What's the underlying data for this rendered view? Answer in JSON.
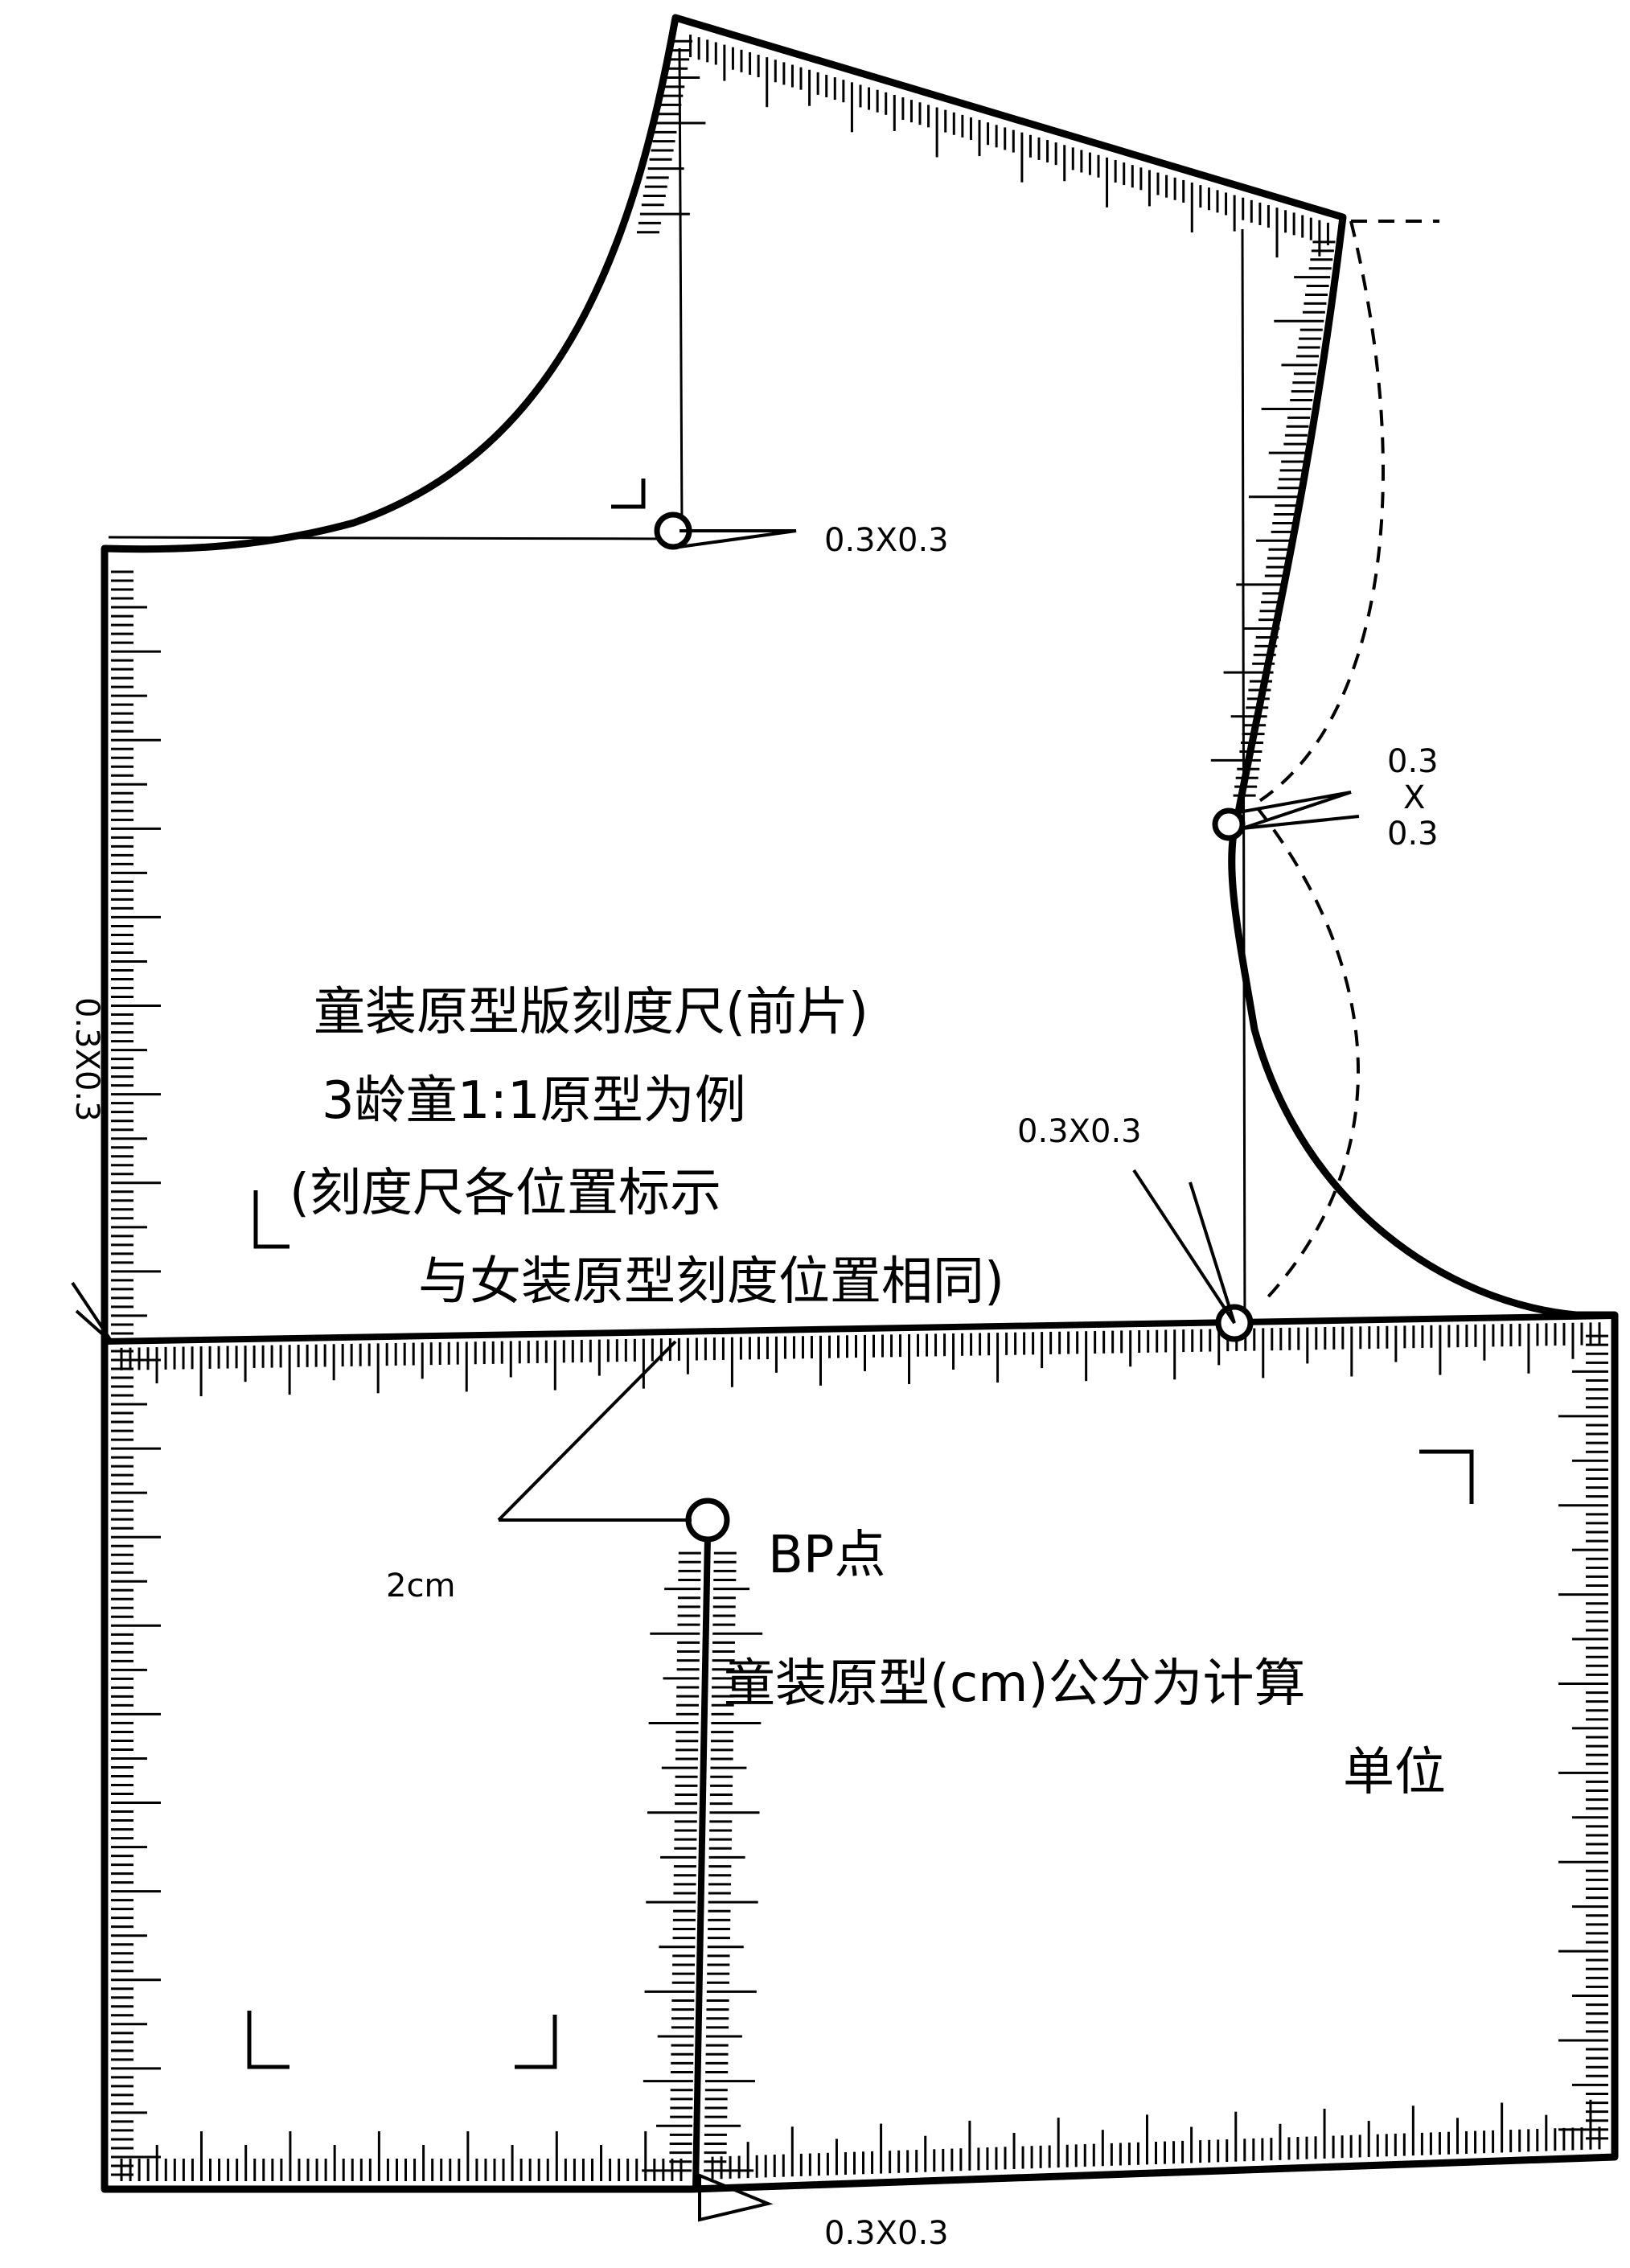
{
  "title": {
    "line1": "童装原型版刻度尺(前片)",
    "line2": "3龄童1:1原型为例",
    "line3": "(刻度尺各位置标示",
    "line4": "与女装原型刻度位置相同)"
  },
  "annotations": {
    "neck_corner": "0.3X0.3",
    "armhole_top_1": "0.3",
    "armhole_top_x": "X",
    "armhole_top_2": "0.3",
    "underarm": "0.3X0.3",
    "center_front": "0.3X0.3",
    "hem": "0.3X0.3",
    "dart_offset": "2cm",
    "bp_label": "BP点",
    "unit_line1": "童装原型(cm)公分为计算",
    "unit_line2": "单位"
  },
  "colors": {
    "ink": "#000000",
    "paper": "#ffffff"
  }
}
